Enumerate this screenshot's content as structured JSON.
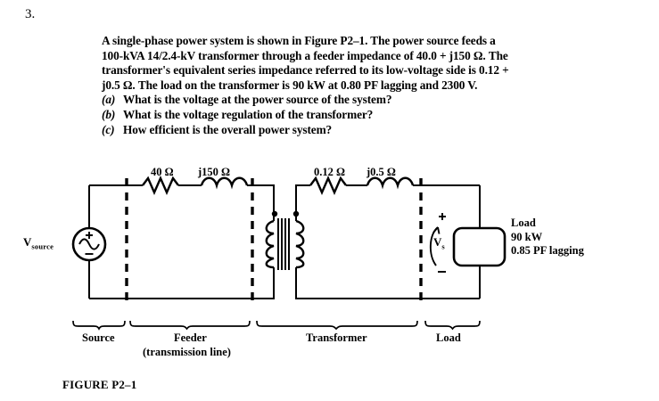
{
  "problem": {
    "number": "3.",
    "lines": [
      "A single-phase power system is shown in Figure P2–1. The power source feeds a",
      "100-kVA 14/2.4-kV transformer through a feeder impedance of 40.0 + j150 Ω. The",
      "transformer's equivalent series impedance referred to its low-voltage side is 0.12 +",
      "j0.5 Ω. The load on the transformer is 90 kW at 0.80 PF lagging and 2300 V."
    ],
    "subquestions": [
      {
        "label": "(a)",
        "text": "What is the voltage at the power source of the system?"
      },
      {
        "label": "(b)",
        "text": "What is the voltage regulation of the transformer?"
      },
      {
        "label": "(c)",
        "text": "How efficient is the overall power system?"
      }
    ]
  },
  "figure": {
    "caption": "FIGURE P2–1",
    "components": {
      "feeder_resistance": "40 Ω",
      "feeder_reactance": "j150 Ω",
      "transformer_resistance": "0.12 Ω",
      "transformer_reactance": "j0.5 Ω",
      "source_label": "V",
      "source_label_sub": "source",
      "load_voltage_label": "V",
      "load_voltage_label_sub": "s",
      "source_polarity_plus": "+",
      "source_polarity_minus": "−",
      "load_polarity_plus": "+",
      "load_polarity_minus": "−"
    },
    "load_box": {
      "line1": "Load",
      "line2": "90 kW",
      "line3": "0.85 PF lagging"
    },
    "sections": {
      "source": "Source",
      "feeder": "Feeder",
      "feeder_sub": "(transmission line)",
      "transformer": "Transformer",
      "load": "Load"
    }
  },
  "colors": {
    "ink": "#000000",
    "paper": "#ffffff"
  }
}
